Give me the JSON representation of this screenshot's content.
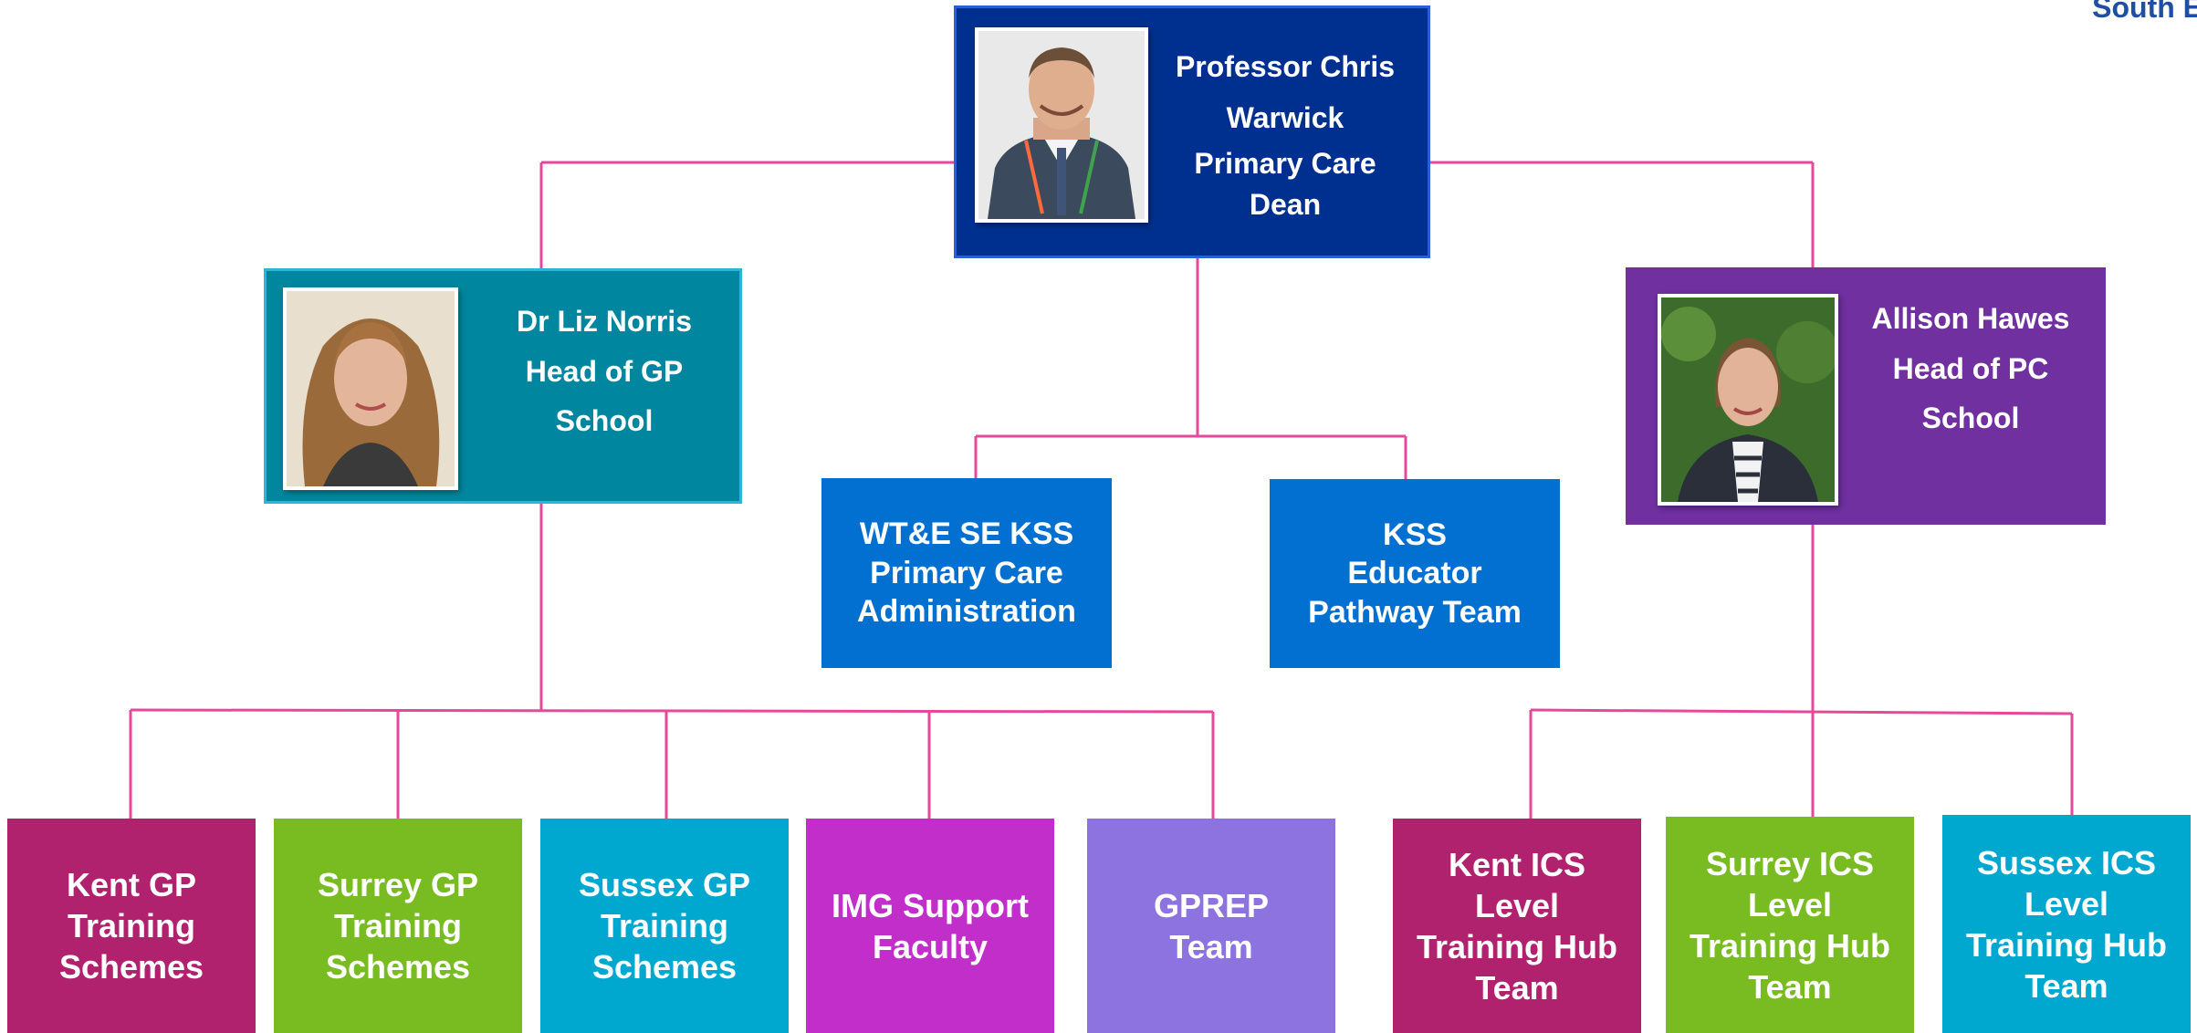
{
  "header_corner": "South E",
  "colors": {
    "line": "#e8489a",
    "dean_bg": "#00308f",
    "gp_head_bg": "#00869f",
    "pc_head_bg": "#7030a0",
    "admin_bg": "#0270d0",
    "kent": "#b0216e",
    "surrey": "#79bc22",
    "sussex": "#00a8cf",
    "img": "#c22ec9",
    "gprep": "#8d73e0"
  },
  "dean": {
    "photo_icon": "person-photo",
    "lines": [
      "Professor Chris",
      "Warwick",
      "Primary Care",
      "Dean"
    ]
  },
  "gp_head": {
    "photo_icon": "person-photo",
    "lines": [
      "Dr Liz Norris",
      "Head of GP",
      "School"
    ]
  },
  "pc_head": {
    "photo_icon": "person-photo",
    "lines": [
      "Allison Hawes",
      "Head of PC",
      "School"
    ]
  },
  "admin_boxes": [
    {
      "lines": [
        "WT&E SE KSS",
        "Primary Care",
        "Administration"
      ]
    },
    {
      "lines": [
        "KSS",
        "Educator",
        "Pathway Team"
      ]
    }
  ],
  "gp_teams": [
    {
      "lines": [
        "Kent GP",
        "Training",
        "Schemes"
      ]
    },
    {
      "lines": [
        "Surrey GP",
        "Training",
        "Schemes"
      ]
    },
    {
      "lines": [
        "Sussex GP",
        "Training",
        "Schemes"
      ]
    },
    {
      "lines": [
        "IMG Support",
        "Faculty"
      ]
    },
    {
      "lines": [
        "GPREP",
        "Team"
      ]
    }
  ],
  "pc_teams": [
    {
      "lines": [
        "Kent ICS",
        "Level",
        "Training Hub",
        "Team"
      ]
    },
    {
      "lines": [
        "Surrey ICS",
        "Level",
        "Training Hub",
        "Team"
      ]
    },
    {
      "lines": [
        "Sussex ICS",
        "Level",
        "Training Hub",
        "Team"
      ]
    }
  ]
}
